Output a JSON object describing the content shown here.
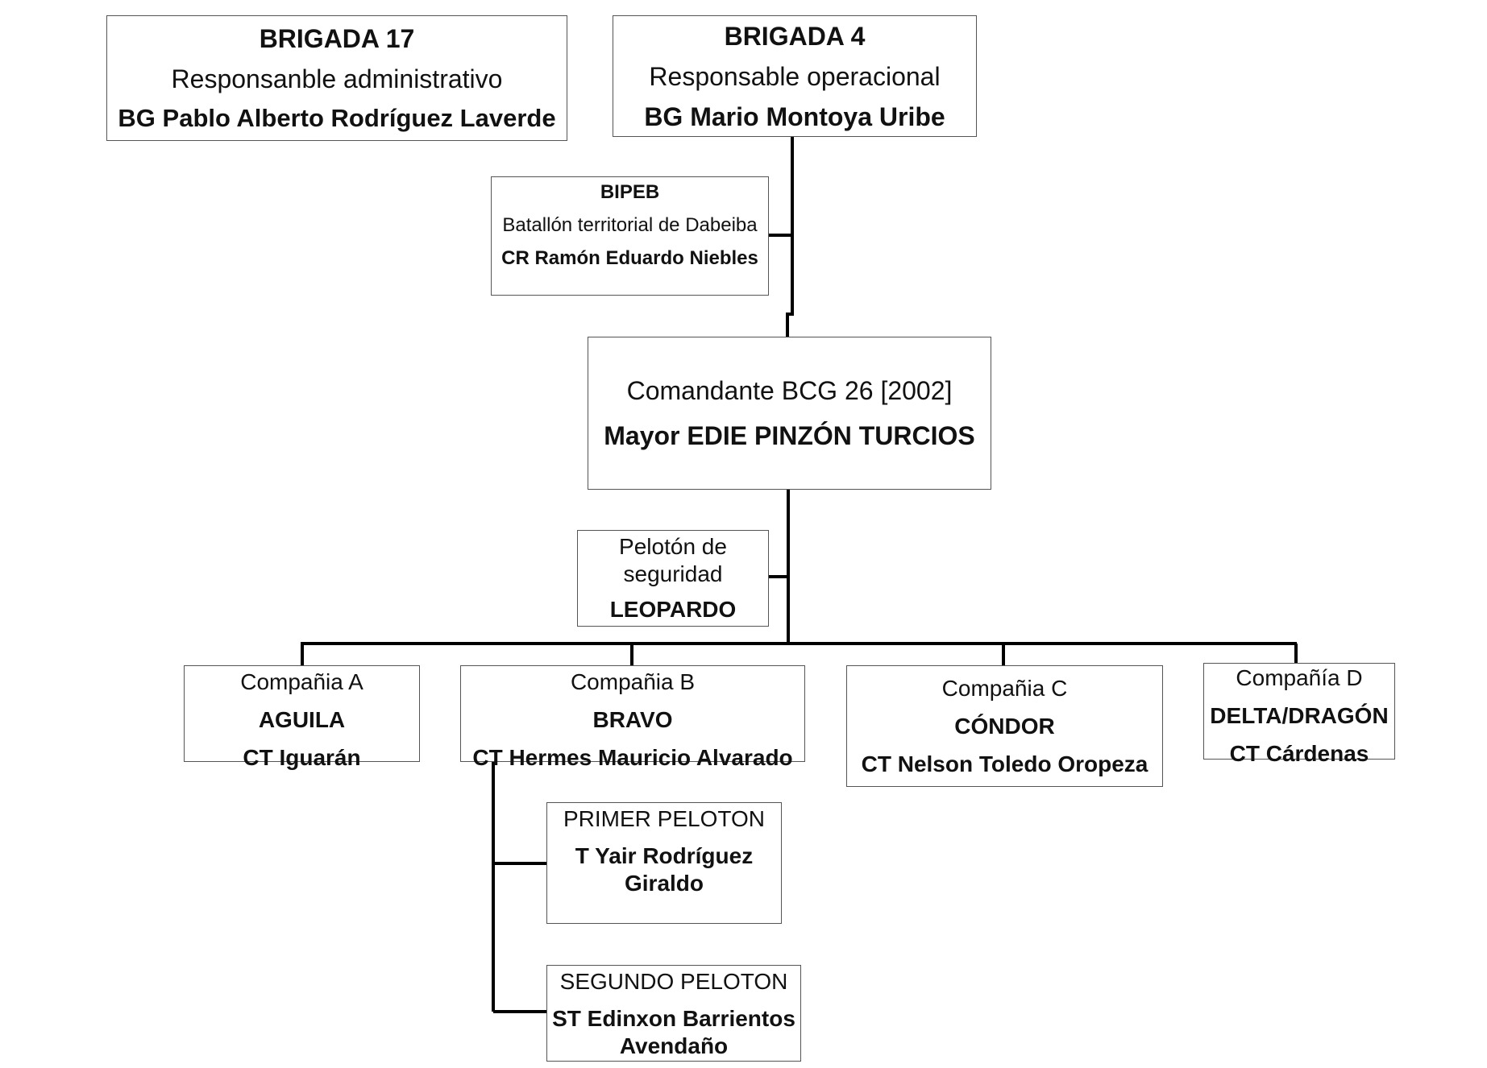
{
  "brigada17": {
    "title": "BRIGADA 17",
    "role": "Responsanble administrativo",
    "commander": "BG Pablo Alberto Rodríguez Laverde"
  },
  "brigada4": {
    "title": "BRIGADA 4",
    "role": "Responsable operacional",
    "commander": "BG Mario Montoya Uribe"
  },
  "bipeb": {
    "title": "BIPEB",
    "role": "Batallón territorial de Dabeiba",
    "commander": "CR Ramón Eduardo Niebles"
  },
  "comandante": {
    "role": "Comandante BCG 26 [2002]",
    "commander": "Mayor EDIE PINZÓN TURCIOS"
  },
  "peloton_seguridad": {
    "role": "Pelotón de seguridad",
    "name": "LEOPARDO"
  },
  "companias": [
    {
      "role": "Compañia A",
      "name": "AGUILA",
      "commander": "CT Iguarán"
    },
    {
      "role": "Compañia B",
      "name": "BRAVO",
      "commander": "CT Hermes Mauricio Alvarado"
    },
    {
      "role": "Compañia C",
      "name": "CÓNDOR",
      "commander": "CT Nelson Toledo Oropeza"
    },
    {
      "role": "Compañía D",
      "name": "DELTA/DRAGÓN",
      "commander": "CT Cárdenas"
    }
  ],
  "primer_peloton": {
    "title": "PRIMER PELOTON",
    "commander": "T Yair Rodríguez Giraldo"
  },
  "segundo_peloton": {
    "title": "SEGUNDO PELOTON",
    "commander": "ST Edinxon Barrientos Avendaño"
  }
}
